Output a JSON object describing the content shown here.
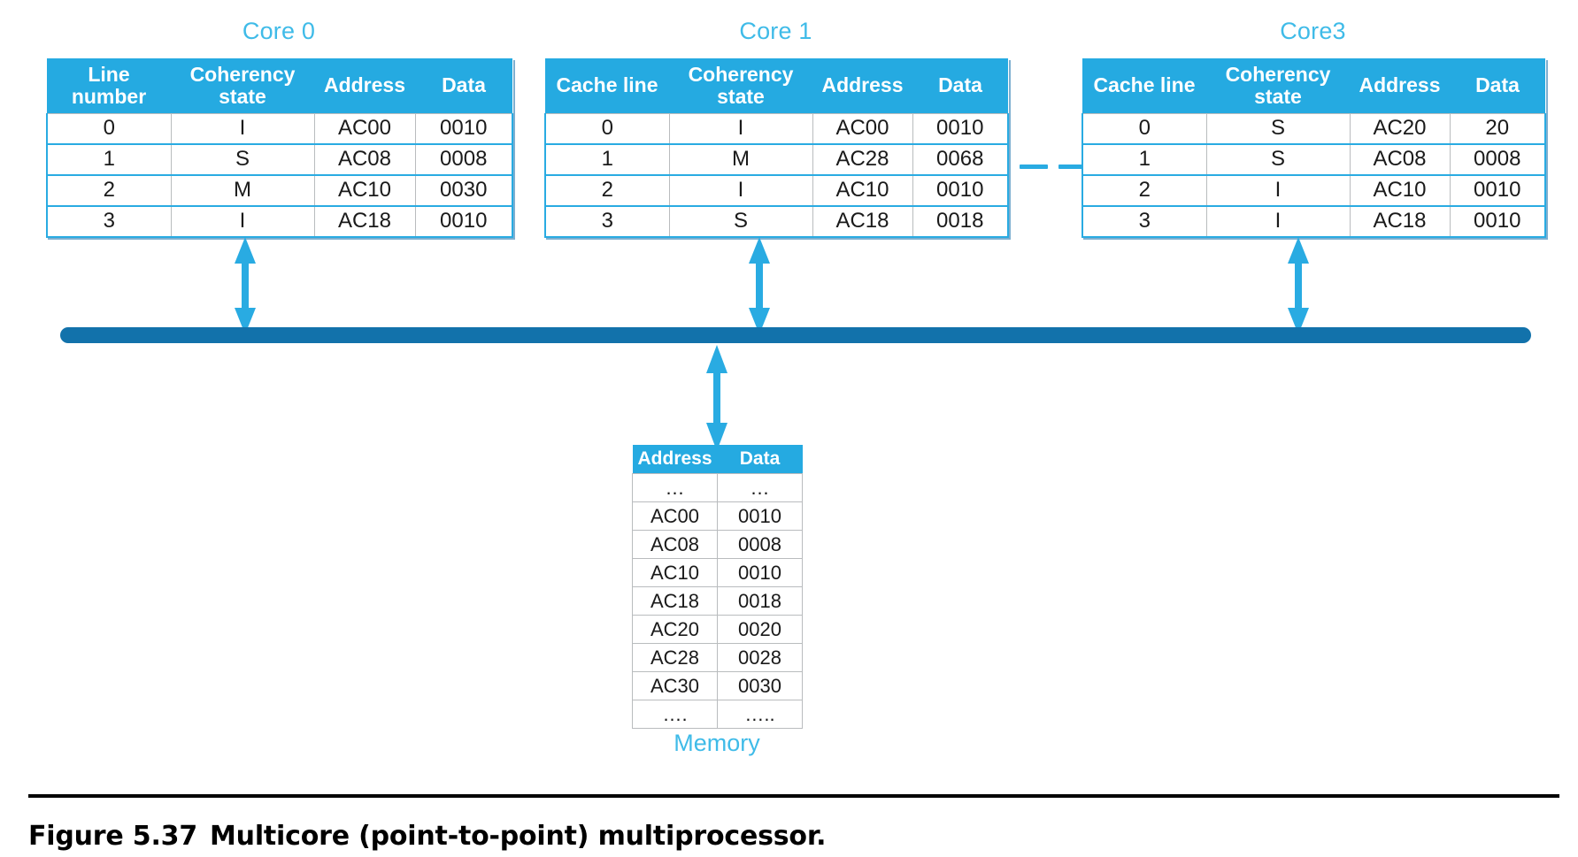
{
  "figure": {
    "number": "Figure 5.37",
    "title": "Multicore (point-to-point) multiprocessor.",
    "accent_color": "#29ABE2",
    "title_color": "#3FBBE8",
    "bus_color": "#1272AB",
    "header_text_color": "#FFFFFF",
    "grid_color": "#B9BCBE"
  },
  "cores": [
    {
      "title": "Core 0",
      "columns": [
        "Line number",
        "Coherency state",
        "Address",
        "Data"
      ],
      "rows": [
        {
          "line": "0",
          "state": "I",
          "address": "AC00",
          "data": "0010"
        },
        {
          "line": "1",
          "state": "S",
          "address": "AC08",
          "data": "0008"
        },
        {
          "line": "2",
          "state": "M",
          "address": "AC10",
          "data": "0030"
        },
        {
          "line": "3",
          "state": "I",
          "address": "AC18",
          "data": "0010"
        }
      ]
    },
    {
      "title": "Core 1",
      "columns": [
        "Cache line",
        "Coherency state",
        "Address",
        "Data"
      ],
      "rows": [
        {
          "line": "0",
          "state": "I",
          "address": "AC00",
          "data": "0010"
        },
        {
          "line": "1",
          "state": "M",
          "address": "AC28",
          "data": "0068"
        },
        {
          "line": "2",
          "state": "I",
          "address": "AC10",
          "data": "0010"
        },
        {
          "line": "3",
          "state": "S",
          "address": "AC18",
          "data": "0018"
        }
      ]
    },
    {
      "title": "Core3",
      "columns": [
        "Cache line",
        "Coherency state",
        "Address",
        "Data"
      ],
      "rows": [
        {
          "line": "0",
          "state": "S",
          "address": "AC20",
          "data": "20"
        },
        {
          "line": "1",
          "state": "S",
          "address": "AC08",
          "data": "0008"
        },
        {
          "line": "2",
          "state": "I",
          "address": "AC10",
          "data": "0010"
        },
        {
          "line": "3",
          "state": "I",
          "address": "AC18",
          "data": "0010"
        }
      ]
    }
  ],
  "memory": {
    "label": "Memory",
    "columns": [
      "Address",
      "Data"
    ],
    "rows": [
      {
        "address": "…",
        "data": "…"
      },
      {
        "address": "AC00",
        "data": "0010"
      },
      {
        "address": "AC08",
        "data": "0008"
      },
      {
        "address": "AC10",
        "data": "0010"
      },
      {
        "address": "AC18",
        "data": "0018"
      },
      {
        "address": "AC20",
        "data": "0020"
      },
      {
        "address": "AC28",
        "data": "0028"
      },
      {
        "address": "AC30",
        "data": "0030"
      },
      {
        "address": "….",
        "data": "….."
      }
    ]
  },
  "connectors": {
    "core_bus_arrow_icon": "double-headed-vertical-arrow",
    "memory_bus_arrow_icon": "double-headed-vertical-arrow",
    "bus_icon": "interconnect-bus",
    "omitted_cores_icon": "dashed-ellipsis-link"
  }
}
